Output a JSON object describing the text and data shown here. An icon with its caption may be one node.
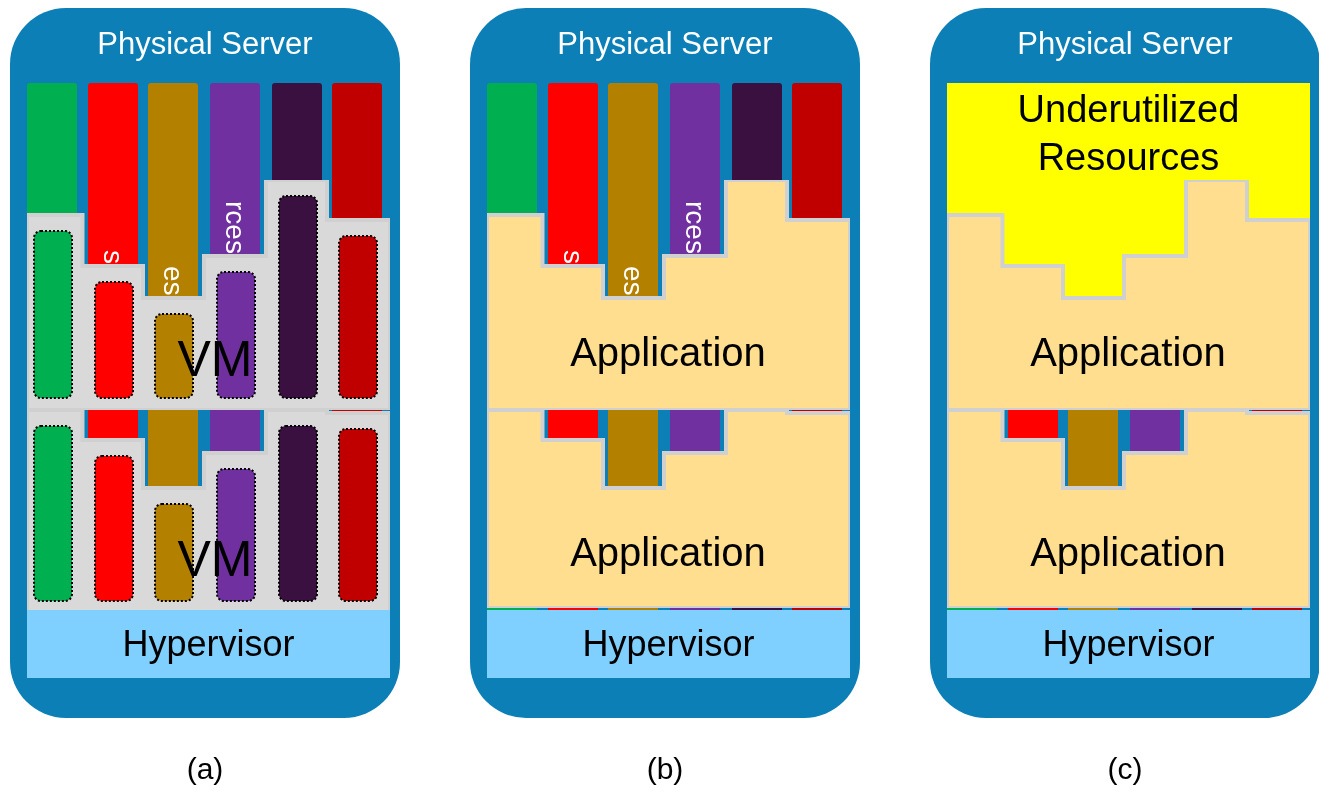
{
  "diagram": {
    "nodes": [
      {
        "text": [
          "Physical Server"
        ]
      },
      {
        "text": [
          "VM"
        ],
        "in": 0
      },
      {
        "text": [
          "VM"
        ],
        "in": 0
      },
      {
        "text": [
          "Hypervisor"
        ],
        "in": 0
      },
      {
        "text": [
          "Physical Server"
        ]
      },
      {
        "text": [
          "Application"
        ],
        "in": 4
      },
      {
        "text": [
          "Application"
        ],
        "in": 4
      },
      {
        "text": [
          "Hypervisor"
        ],
        "in": 4
      },
      {
        "text": [
          "Physical Server"
        ]
      },
      {
        "text": [
          "Underutilized Resources"
        ],
        "in": 8
      },
      {
        "text": [
          "Application"
        ],
        "in": 8
      },
      {
        "text": [
          "Application"
        ],
        "in": 8
      },
      {
        "text": [
          "Hypervisor"
        ],
        "in": 8
      }
    ],
    "labels": [
      "s",
      "es",
      "rces",
      "s",
      "es",
      "rces",
      "(a)",
      "(b)",
      "(c)"
    ]
  }
}
